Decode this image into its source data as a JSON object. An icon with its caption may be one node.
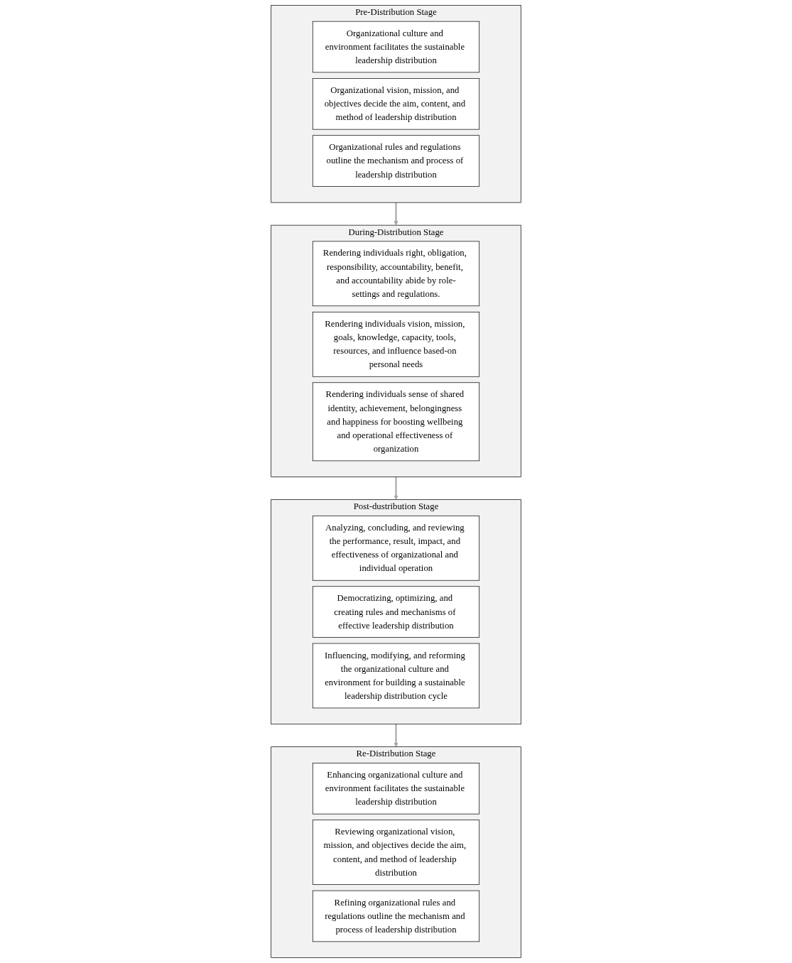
{
  "diagram": {
    "nodes": [
      {
        "text": [
          "Pre-Distribution Stage"
        ]
      },
      {
        "text": [
          "Organizational culture and environment facilitates the sustainable leadership distribution"
        ],
        "in": 0
      },
      {
        "text": [
          "Organizational vision, mission, and objectives decide the aim, content, and method of leadership distribution"
        ],
        "in": 0
      },
      {
        "text": [
          "Organizational rules and regulations outline the mechanism and process of leadership distribution"
        ],
        "in": 0
      },
      {
        "text": [
          "During-Distribution Stage"
        ]
      },
      {
        "text": [
          "Rendering individuals right, obligation, responsibility, accountability, benefit, and accountability abide by role-settings and regulations."
        ],
        "in": 4
      },
      {
        "text": [
          "Rendering individuals vision, mission, goals, knowledge, capacity, tools, resources, and influence based-on personal needs"
        ],
        "in": 4
      },
      {
        "text": [
          "Rendering individuals sense of shared identity, achievement, belongingness and happiness for boosting wellbeing and operational effectiveness of organization"
        ],
        "in": 4
      },
      {
        "text": [
          "Post-dustribution Stage"
        ]
      },
      {
        "text": [
          "Analyzing, concluding, and reviewing the performance, result, impact, and effectiveness of organizational and individual operation"
        ],
        "in": 8
      },
      {
        "text": [
          "Democratizing, optimizing, and creating rules and mechanisms of effective leadership distribution"
        ],
        "in": 8
      },
      {
        "text": [
          "Influencing, modifying, and reforming the organizational culture and environment for building a sustainable leadership distribution cycle"
        ],
        "in": 8
      },
      {
        "text": [
          "Re-Distribution Stage"
        ]
      },
      {
        "text": [
          "Enhancing organizational culture and environment facilitates the sustainable leadership distribution"
        ],
        "in": 12
      },
      {
        "text": [
          "Reviewing organizational vision, mission, and objectives decide the aim, content, and method of leadership distribution"
        ],
        "in": 12
      },
      {
        "text": [
          "Refining organizational rules and regulations outline the mechanism and process of leadership distribution"
        ],
        "in": 12
      }
    ],
    "edges": [
      {
        "from": 0,
        "to": 4,
        "arrow": "to"
      },
      {
        "from": 4,
        "to": 8,
        "arrow": "to"
      },
      {
        "from": 8,
        "to": 12,
        "arrow": "to"
      }
    ]
  }
}
